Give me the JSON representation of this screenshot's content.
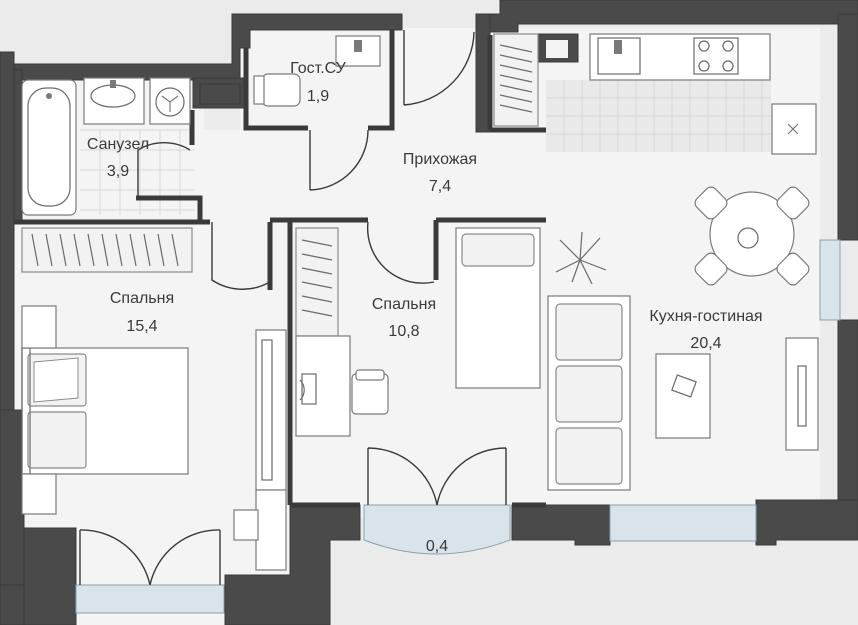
{
  "rooms": {
    "guest_wc": {
      "name": "Гост.СУ",
      "area": "1,9"
    },
    "bathroom": {
      "name": "Санузел",
      "area": "3,9"
    },
    "hallway": {
      "name": "Прихожая",
      "area": "7,4"
    },
    "bedroom_large": {
      "name": "Спальня",
      "area": "15,4"
    },
    "bedroom_small": {
      "name": "Спальня",
      "area": "10,8"
    },
    "kitchen_living": {
      "name": "Кухня-гостиная",
      "area": "20,4"
    },
    "balcony": {
      "area": "0,4"
    }
  },
  "colors": {
    "walls": "#4a4a4a",
    "floor": "#f4f4f4",
    "background": "#ebebeb",
    "glass": "#d9e4ea",
    "text": "#3a3a3a"
  }
}
